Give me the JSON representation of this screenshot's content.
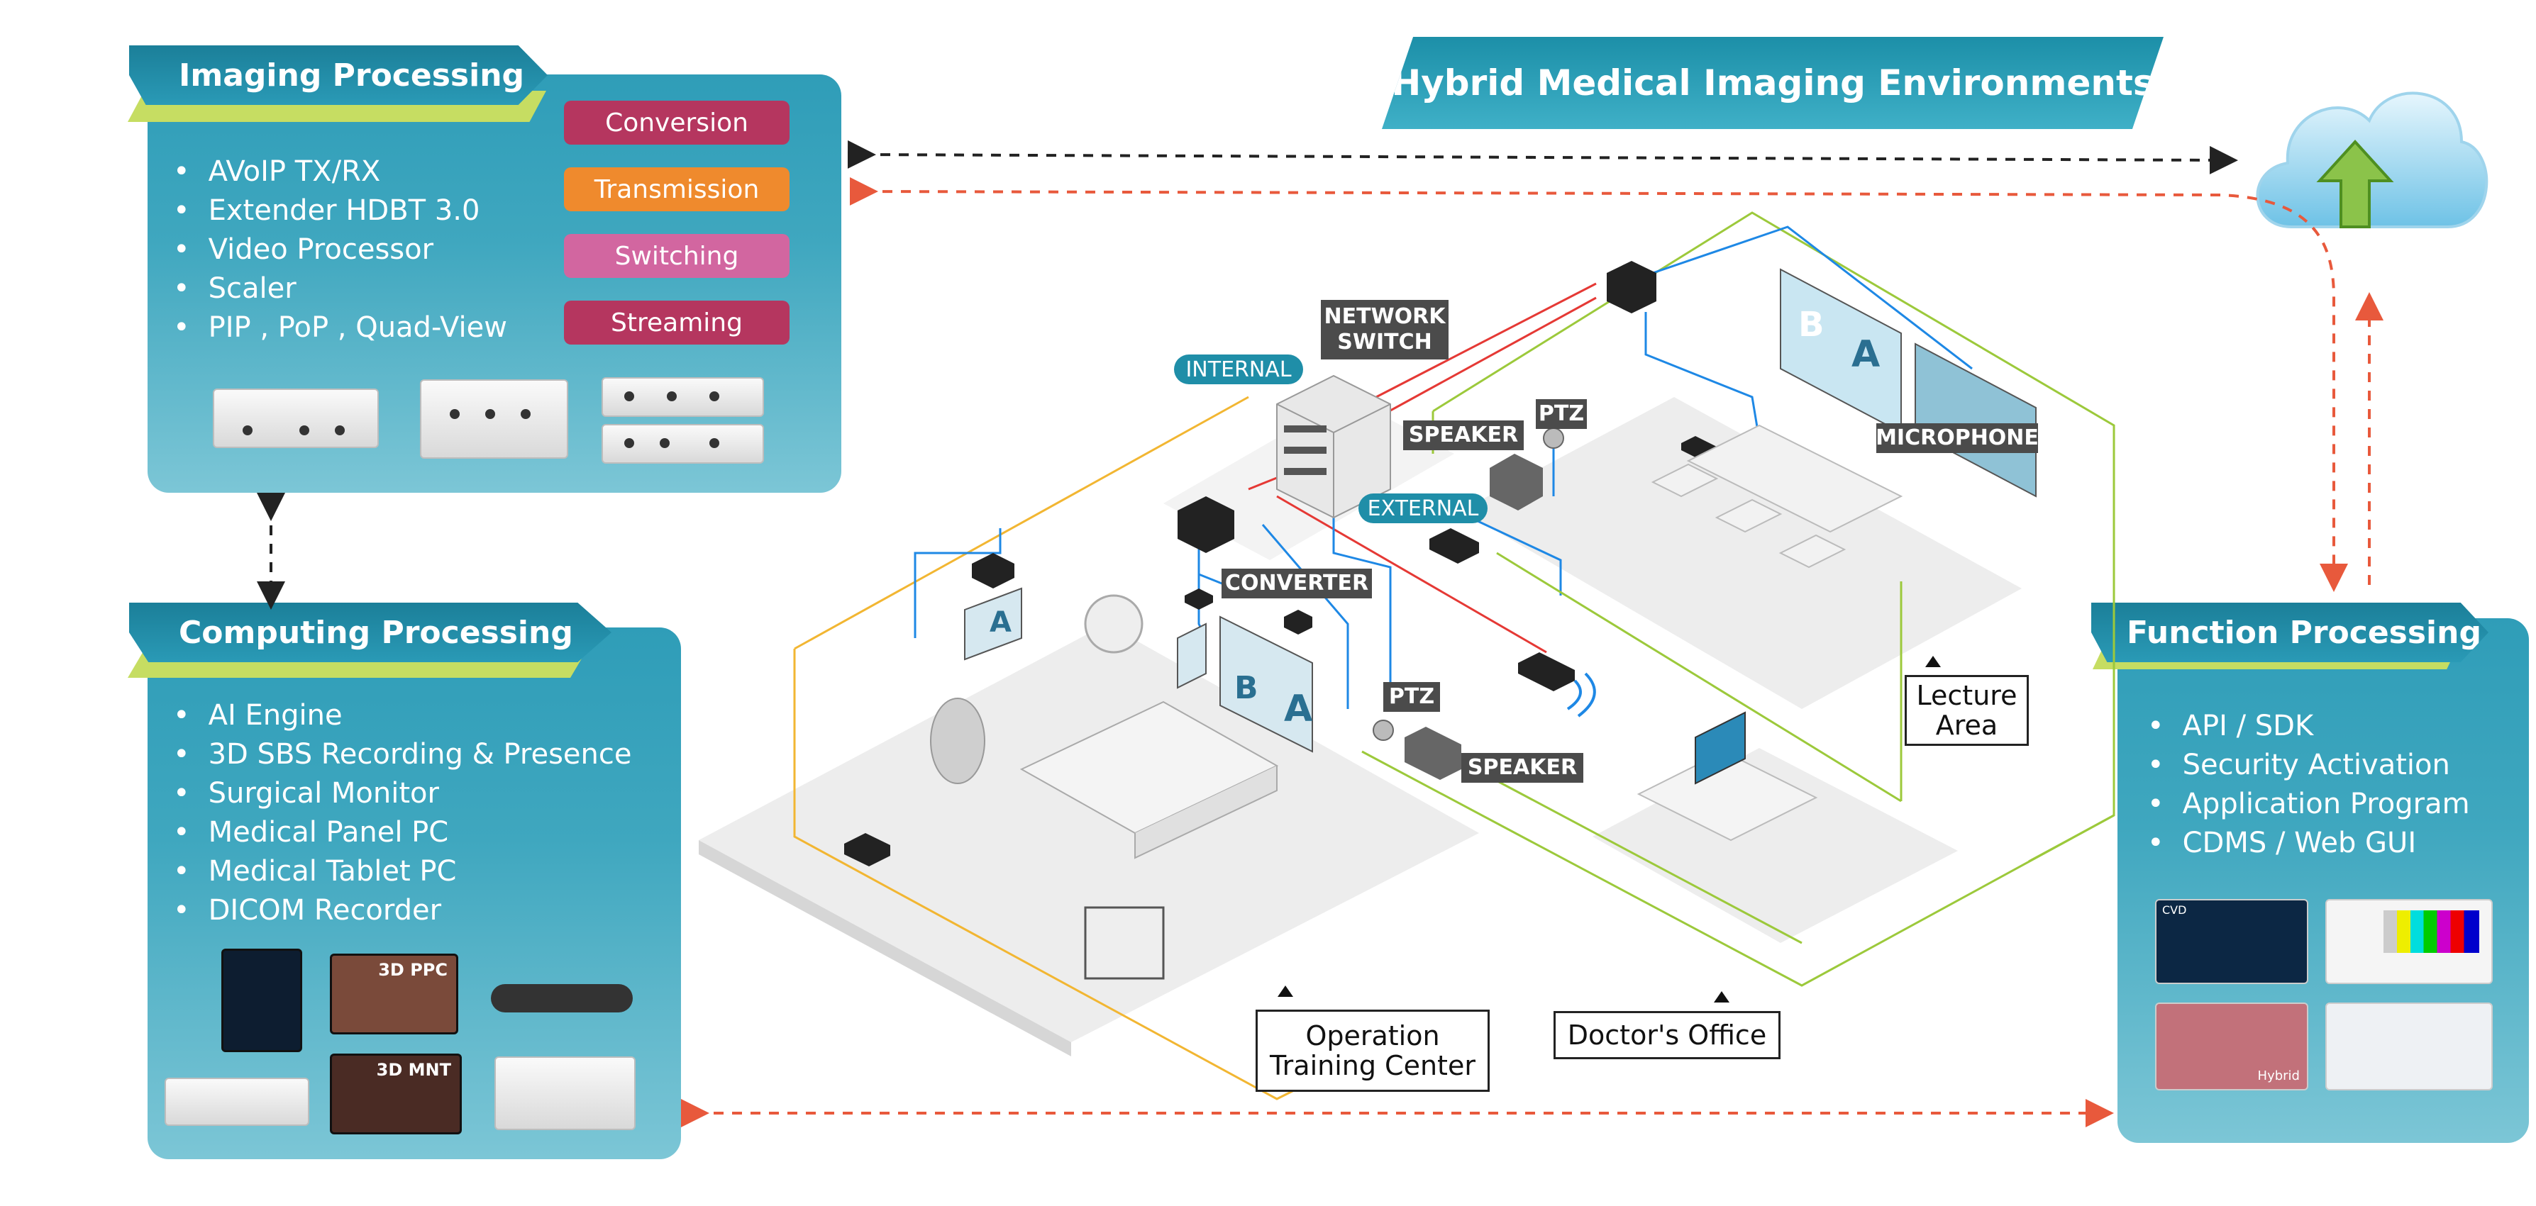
{
  "title": "Hybrid Medical Imaging Environments",
  "imaging": {
    "heading": "Imaging Processing",
    "items": [
      "AVoIP TX/RX",
      "Extender HDBT 3.0",
      "Video Processor",
      "Scaler",
      "PIP , PoP , Quad-View"
    ],
    "tags": [
      {
        "label": "Conversion",
        "color": "#b5365f"
      },
      {
        "label": "Transmission",
        "color": "#ef8a2d"
      },
      {
        "label": "Switching",
        "color": "#d266a0"
      },
      {
        "label": "Streaming",
        "color": "#b5365f"
      }
    ]
  },
  "computing": {
    "heading": "Computing Processing",
    "items": [
      "AI Engine",
      "3D SBS Recording & Presence",
      "Surgical Monitor",
      "Medical Panel PC",
      "Medical Tablet PC",
      "DICOM Recorder"
    ],
    "device_3d_ppc": "3D PPC",
    "device_3d_mnt": "3D MNT"
  },
  "function": {
    "heading": "Function Processing",
    "items": [
      "API / SDK",
      "Security Activation",
      "Application Program",
      "CDMS / Web GUI"
    ],
    "brand_small": "CVD",
    "brand_hybrid": "Hybrid"
  },
  "diagram": {
    "network_switch": "NETWORK SWITCH",
    "internal": "INTERNAL",
    "external": "EXTERNAL",
    "speaker_top": "SPEAKER",
    "ptz_top": "PTZ",
    "microphone": "MICROPHONE",
    "converter": "CONVERTER",
    "ptz_bottom": "PTZ",
    "speaker_bottom": "SPEAKER",
    "screen_a": "A",
    "screen_b": "B",
    "areas": {
      "lecture": "Lecture Area",
      "operation": "Operation Training Center",
      "doctor": "Doctor's Office"
    }
  },
  "colors": {
    "panel": "#3aa3bc",
    "ribbon": "#1f8ea8",
    "accent_green": "#c6dd62",
    "line_red": "#e53935",
    "line_blue": "#1e88e5",
    "line_yellow": "#f2b632",
    "line_green": "#9cc93b",
    "arrow_dash_red": "#e8593c",
    "arrow_dash_black": "#222222"
  },
  "icons": {
    "cloud": "cloud-upload-icon",
    "wifi": "wifi-icon"
  }
}
